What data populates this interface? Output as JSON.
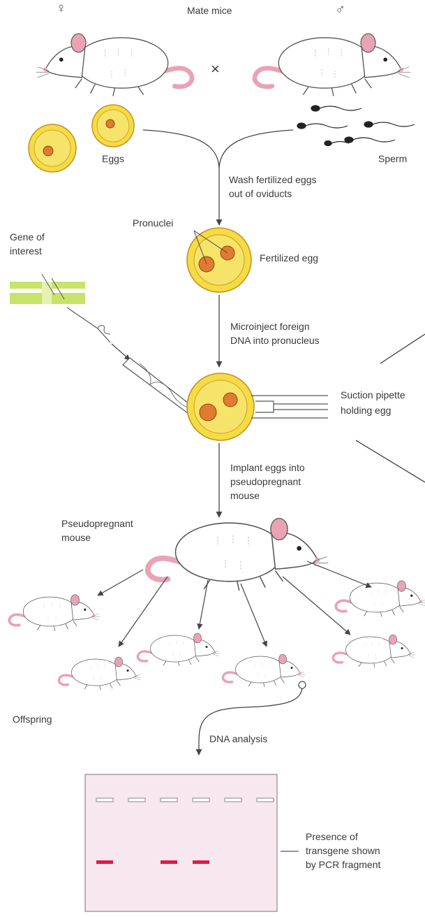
{
  "labels": {
    "female_symbol": "♀",
    "male_symbol": "♂",
    "mate_mice": "Mate mice",
    "cross": "×",
    "eggs": "Eggs",
    "sperm": "Sperm",
    "wash_line1": "Wash fertilized eggs",
    "wash_line2": "out of oviducts",
    "pronuclei": "Pronuclei",
    "fertilized_egg": "Fertilized egg",
    "gene_line1": "Gene of",
    "gene_line2": "interest",
    "micro_line1": "Microinject foreign",
    "micro_line2": "DNA into pronucleus",
    "suction_line1": "Suction pipette",
    "suction_line2": "holding egg",
    "implant_line1": "Implant eggs into",
    "implant_line2": "pseudopregnant",
    "implant_line3": "mouse",
    "pseudo_line1": "Pseudopregnant",
    "pseudo_line2": "mouse",
    "offspring": "Offspring",
    "dna_analysis": "DNA analysis",
    "presence_line1": "Presence of",
    "presence_line2": "transgene shown",
    "presence_line3": "by PCR fragment"
  },
  "gel": {
    "lanes": 6,
    "transgene_present": [
      true,
      false,
      true,
      true,
      false,
      false
    ]
  },
  "colors": {
    "egg_fill": "#f3dc45",
    "egg_ring": "#e2b12a",
    "egg_cytoplasm": "#f6e36a",
    "pronucleus": "#e07b2f",
    "gene_green": "#c9e26a",
    "mouse_pink": "#e9a3b4",
    "gel_bg": "#f7e7ef",
    "band_red": "#e0194b",
    "band_gray": "#9a9a9a",
    "line": "#444444"
  }
}
